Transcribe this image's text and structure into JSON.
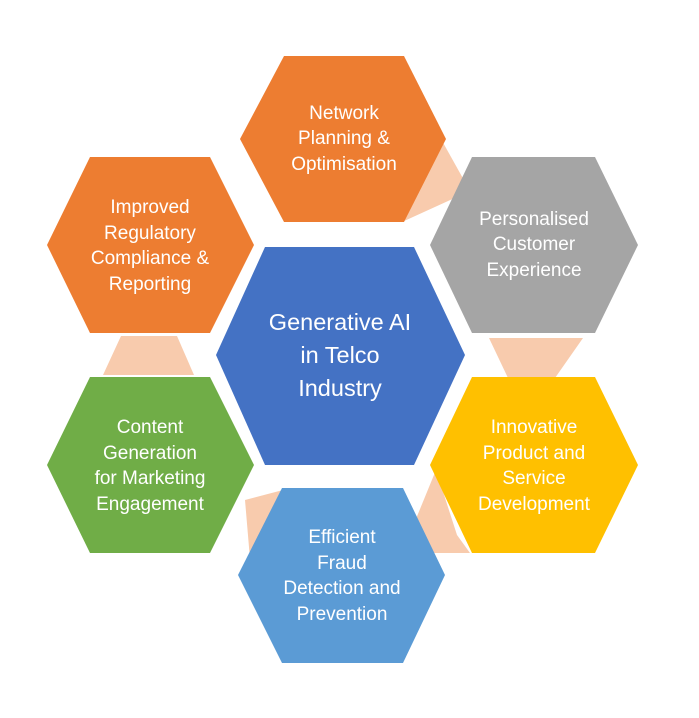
{
  "center": {
    "lines": [
      "Generative AI",
      "in Telco",
      "Industry"
    ],
    "color": "#4472C4"
  },
  "nodes": [
    {
      "id": "network",
      "lines": [
        "Network",
        "Planning &",
        "Optimisation"
      ],
      "color": "#ED7D31"
    },
    {
      "id": "personalised",
      "lines": [
        "Personalised",
        "Customer",
        "Experience"
      ],
      "color": "#A5A5A5"
    },
    {
      "id": "innovative",
      "lines": [
        "Innovative",
        "Product and",
        "Service",
        "Development"
      ],
      "color": "#FFC000"
    },
    {
      "id": "fraud",
      "lines": [
        "Efficient",
        "Fraud",
        "Detection and",
        "Prevention"
      ],
      "color": "#5B9BD5"
    },
    {
      "id": "content",
      "lines": [
        "Content",
        "Generation",
        "for Marketing",
        "Engagement"
      ],
      "color": "#70AD47"
    },
    {
      "id": "regulatory",
      "lines": [
        "Improved",
        "Regulatory",
        "Compliance &",
        "Reporting"
      ],
      "color": "#ED7D31"
    }
  ],
  "connector_color": "#F8CBAD"
}
